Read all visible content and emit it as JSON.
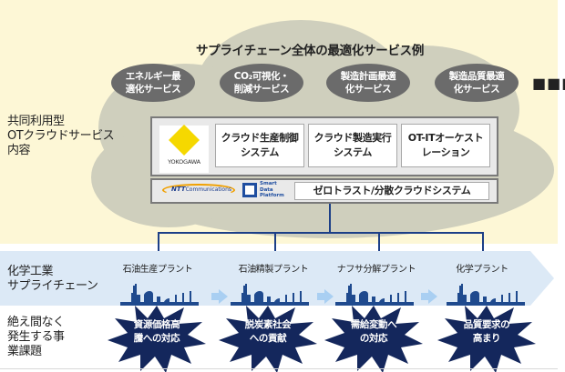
{
  "title": "サプライチェーン全体の最適化サービス例",
  "services": [
    {
      "line1": "エネルギー最",
      "line2": "適化サービス"
    },
    {
      "line1": "CO₂可視化・",
      "line2": "削減サービス"
    },
    {
      "line1": "製造計画最適",
      "line2": "化サービス"
    },
    {
      "line1": "製造品質最適",
      "line2": "化サービス"
    }
  ],
  "ellipsis": "…",
  "left_labels": {
    "ot_cloud": [
      "共同利用型",
      "OTクラウドサービス",
      "内容"
    ],
    "supply_chain": [
      "化学工業",
      "サプライチェーン"
    ],
    "issues": [
      "絶え間なく",
      "発生する事",
      "業課題"
    ]
  },
  "yokogawa": {
    "logo_text": "YOKOGAWA",
    "systems": [
      {
        "line1": "クラウド生産制御",
        "line2": "システム"
      },
      {
        "line1": "クラウド製造実行",
        "line2": "システム"
      },
      {
        "line1": "OT-ITオーケスト",
        "line2": "レーション"
      }
    ]
  },
  "ntt": {
    "logo_bold": "NTT",
    "logo_rest": "Communications",
    "sdp_lines": [
      "Smart",
      "Data",
      "Platform"
    ],
    "system": "ゼロトラスト/分散クラウドシステム"
  },
  "plants": [
    {
      "label": "石油生産プラント"
    },
    {
      "label": "石油精製プラント"
    },
    {
      "label": "ナフサ分解プラント"
    },
    {
      "label": "化学プラント"
    }
  ],
  "issues": [
    {
      "line1": "資源価格高",
      "line2": "騰への対応"
    },
    {
      "line1": "脱炭素社会",
      "line2": "への貢献"
    },
    {
      "line1": "需給変動へ",
      "line2": "の対応"
    },
    {
      "line1": "品質要求の",
      "line2": "高まり"
    }
  ],
  "colors": {
    "top_bg": "#fdf7d6",
    "cloud": "#cfcfbd",
    "service_ellipse": "#6b6b6b",
    "connector": "#1c3f87",
    "chain_band": "#dce9f6",
    "plant": "#1f4a8e",
    "burst": "#14275c",
    "yokogawa_yellow": "#f5d800"
  }
}
